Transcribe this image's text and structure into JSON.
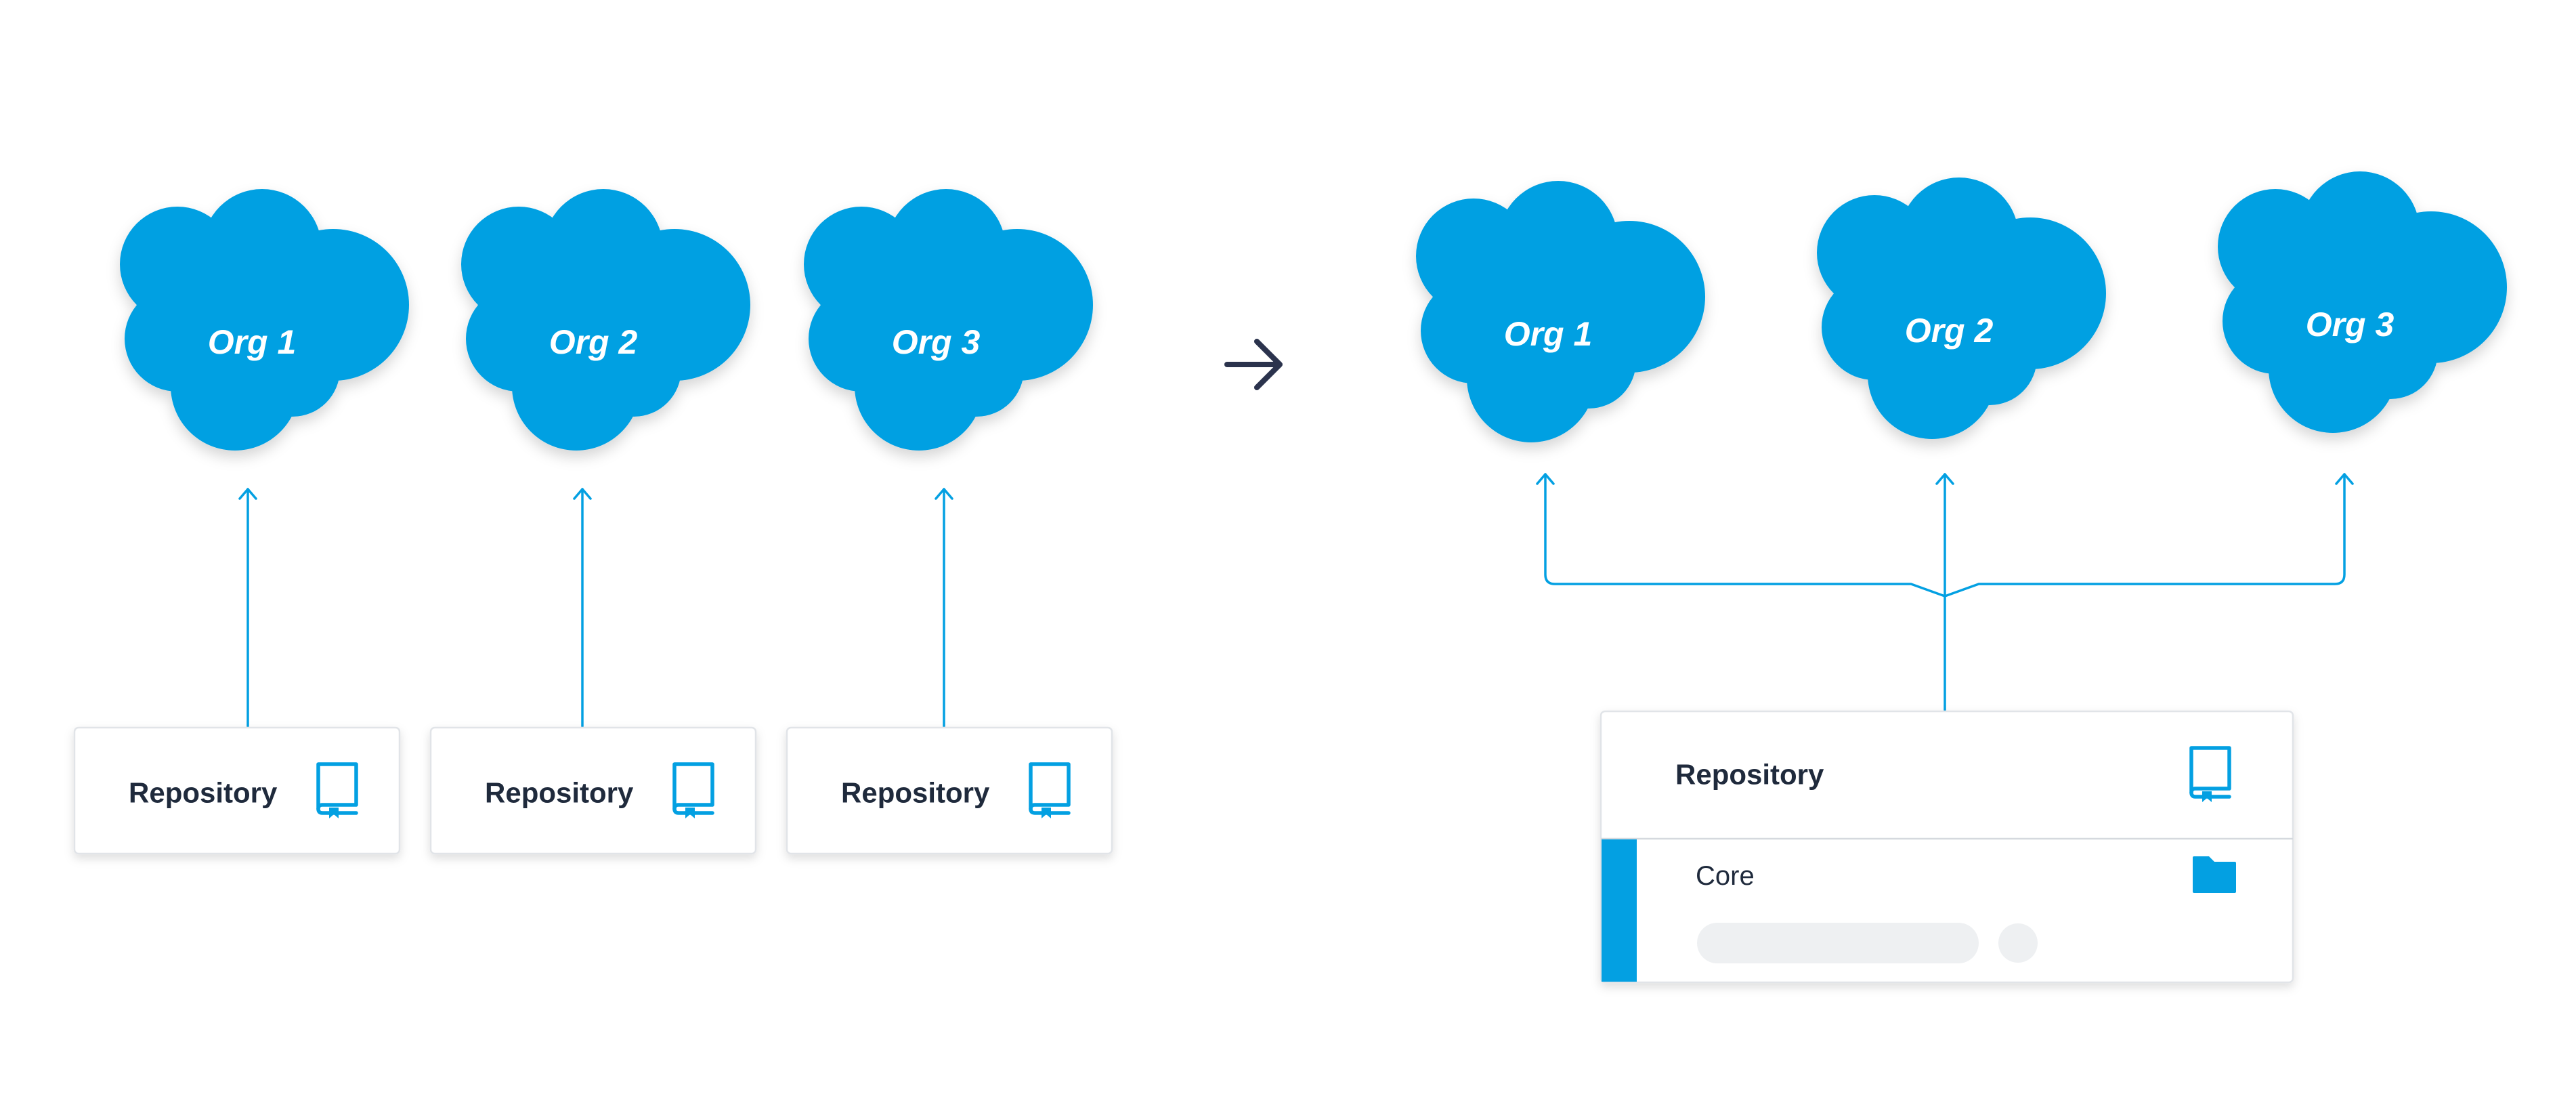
{
  "colors": {
    "accent": "#03a0e2",
    "text": "#1f2a3c",
    "card_border": "#e1e4e8",
    "placeholder": "#eef0f2",
    "arrow": "#2b334d"
  },
  "before": {
    "clouds": [
      {
        "label": "Org 1"
      },
      {
        "label": "Org 2"
      },
      {
        "label": "Org 3"
      }
    ],
    "repositories": [
      {
        "label": "Repository",
        "icon": "repo-book-icon"
      },
      {
        "label": "Repository",
        "icon": "repo-book-icon"
      },
      {
        "label": "Repository",
        "icon": "repo-book-icon"
      }
    ]
  },
  "transition_icon": "right-arrow-icon",
  "after": {
    "clouds": [
      {
        "label": "Org 1"
      },
      {
        "label": "Org 2"
      },
      {
        "label": "Org 3"
      }
    ],
    "repository": {
      "label": "Repository",
      "icon": "repo-book-icon",
      "package": {
        "label": "Core",
        "icon": "folder-icon"
      }
    }
  }
}
